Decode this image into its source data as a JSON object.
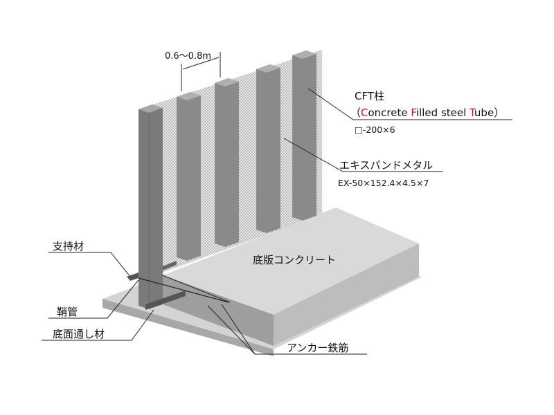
{
  "dimension": "0.6～0.8m",
  "cft": {
    "title": "CFT柱",
    "open": "（",
    "c": "C",
    "oncrete": "oncrete ",
    "f": "F",
    "illed": "illed steel ",
    "t": "T",
    "ube": "ube",
    "close": "）",
    "spec": "□-200×6"
  },
  "mesh": {
    "title": "エキスパンドメタル",
    "spec": "EX-50×152.4×4.5×7"
  },
  "slab": "底版コンクリート",
  "support": "支持材",
  "sheath": "鞘管",
  "bottom": "底面通し材",
  "anchor": "アンカー鉄筋",
  "colors": {
    "accent": "#c8102e",
    "column": "#7a7a7a",
    "slab": "#c9c9c9"
  }
}
